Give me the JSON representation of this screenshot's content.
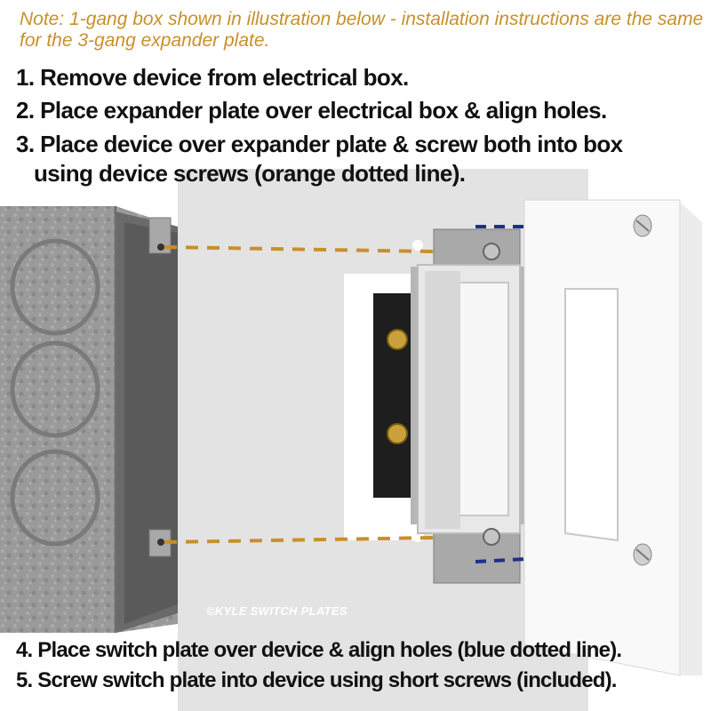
{
  "note": "Note: 1-gang box shown in illustration below - installation instructions are the same for the 3-gang expander plate.",
  "steps": {
    "s1": "1. Remove device from electrical box.",
    "s2": "2. Place expander plate over electrical box & align holes.",
    "s3a": "3. Place device over expander plate & screw both into box",
    "s3b": "using device screws (orange dotted line).",
    "s4": "4. Place switch plate over device & align holes (blue dotted line).",
    "s5": "5. Screw switch plate into device using short screws (included)."
  },
  "copyright": "©KYLE SWITCH PLATES",
  "colors": {
    "note": "#c8902a",
    "orange_line": "#c8902a",
    "blue_line": "#1f2e8a",
    "expander_plate": "#e2e2e2",
    "box_metal": "#8e8e8e"
  }
}
